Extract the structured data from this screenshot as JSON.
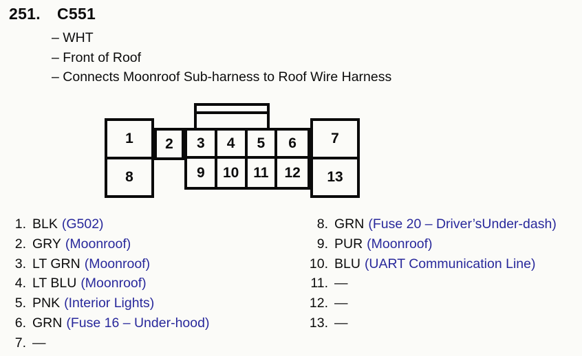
{
  "page": {
    "title_number": "251.",
    "title_code": "C551",
    "descriptors": [
      "– WHT",
      "– Front of Roof",
      "– Connects Moonroof Sub-harness to Roof Wire Harness"
    ]
  },
  "colors": {
    "ink": "#0a0a0a",
    "destination_blue": "#28289b",
    "background": "#fbfbf8"
  },
  "connector": {
    "pins": [
      "1",
      "2",
      "3",
      "4",
      "5",
      "6",
      "7",
      "8",
      "9",
      "10",
      "11",
      "12",
      "13"
    ]
  },
  "pin_list": {
    "left": [
      {
        "num": "1.",
        "wire": "BLK",
        "dest": "(G502)"
      },
      {
        "num": "2.",
        "wire": "GRY",
        "dest": "(Moonroof)"
      },
      {
        "num": "3.",
        "wire": "LT GRN",
        "dest": "(Moonroof)"
      },
      {
        "num": "4.",
        "wire": "LT BLU",
        "dest": "(Moonroof)"
      },
      {
        "num": "5.",
        "wire": "PNK",
        "dest": "(Interior Lights)"
      },
      {
        "num": "6.",
        "wire": "GRN",
        "dest": "(Fuse 16 – Under-hood)"
      },
      {
        "num": "7.",
        "wire": "—",
        "dest": ""
      }
    ],
    "right": [
      {
        "num": "8.",
        "wire": "GRN",
        "dest": "(Fuse 20 – Driver’sUnder-dash)"
      },
      {
        "num": "9.",
        "wire": "PUR",
        "dest": "(Moonroof)"
      },
      {
        "num": "10.",
        "wire": "BLU",
        "dest": "(UART Communication Line)"
      },
      {
        "num": "11.",
        "wire": "—",
        "dest": ""
      },
      {
        "num": "12.",
        "wire": "—",
        "dest": ""
      },
      {
        "num": "13.",
        "wire": "—",
        "dest": ""
      }
    ]
  }
}
